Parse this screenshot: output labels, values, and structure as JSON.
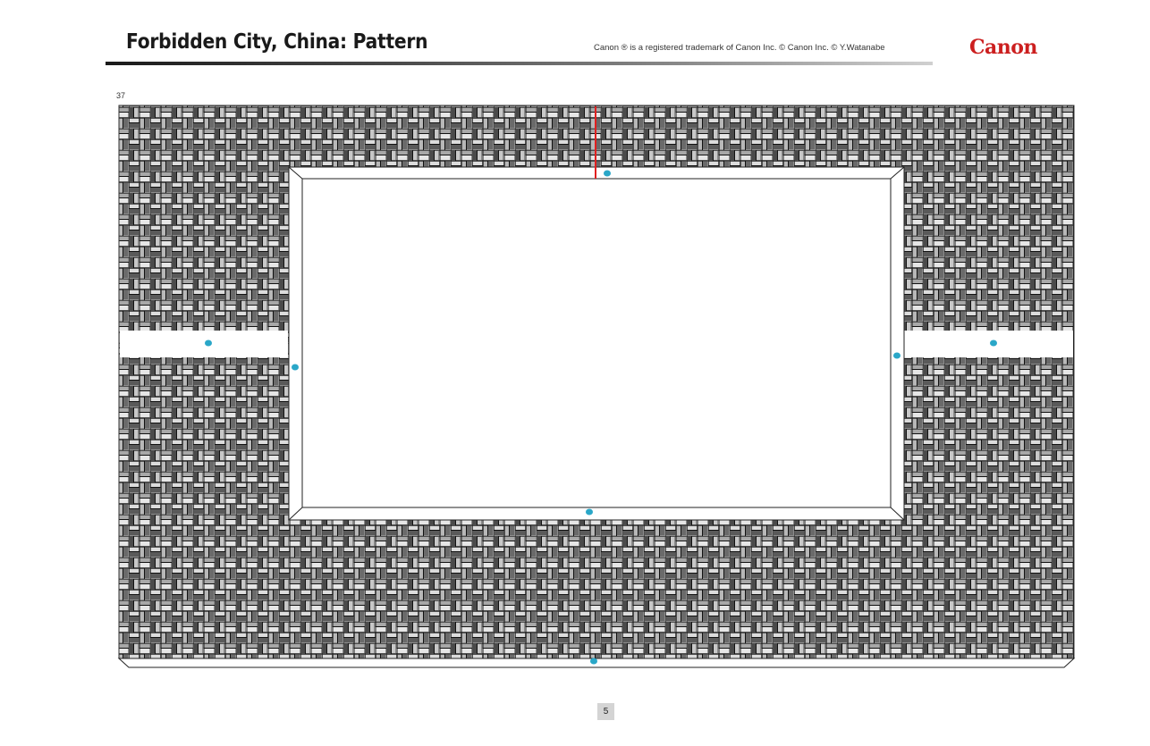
{
  "header": {
    "title": "Forbidden City, China: Pattern",
    "trademark": "Canon ® is a registered trademark of Canon Inc. © Canon Inc. © Y.Watanabe",
    "logo": "Canon"
  },
  "sheet_number": "37",
  "page_number": "5",
  "colors": {
    "brand": "#cc1f1f",
    "cut_line": "#e02020",
    "glue_dot": "#2aa7c8",
    "brick_dark": "#4a4a4a",
    "brick_mid": "#8c8c8c",
    "brick_light": "#c8c8c8",
    "mortar": "#111111"
  }
}
